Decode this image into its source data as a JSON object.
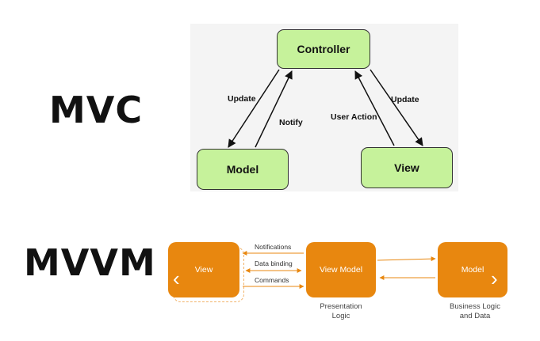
{
  "mvc": {
    "heading": "MVC",
    "controller_label": "Controller",
    "model_label": "Model",
    "view_label": "View",
    "arrows": {
      "controller_to_model": "Update",
      "model_to_controller": "Notify",
      "view_to_controller": "User Action",
      "controller_to_view": "Update"
    },
    "colors": {
      "box_fill": "#c6f29b",
      "box_border": "#333333",
      "panel_bg": "#f4f4f4"
    }
  },
  "mvvm": {
    "heading": "MVVM",
    "view_label": "View",
    "viewmodel_label": "View Model",
    "model_label": "Model",
    "links": {
      "notifications": "Notifications",
      "data_binding": "Data binding",
      "commands": "Commands"
    },
    "captions": {
      "presentation_line1": "Presentation",
      "presentation_line2": "Logic",
      "business_line1": "Business Logic",
      "business_line2": "and Data"
    },
    "colors": {
      "box_fill": "#e8870f",
      "arrow": "#e8870f",
      "text": "#ffffff"
    },
    "icons": {
      "left": "chevron-left-icon",
      "right": "chevron-right-icon"
    }
  }
}
